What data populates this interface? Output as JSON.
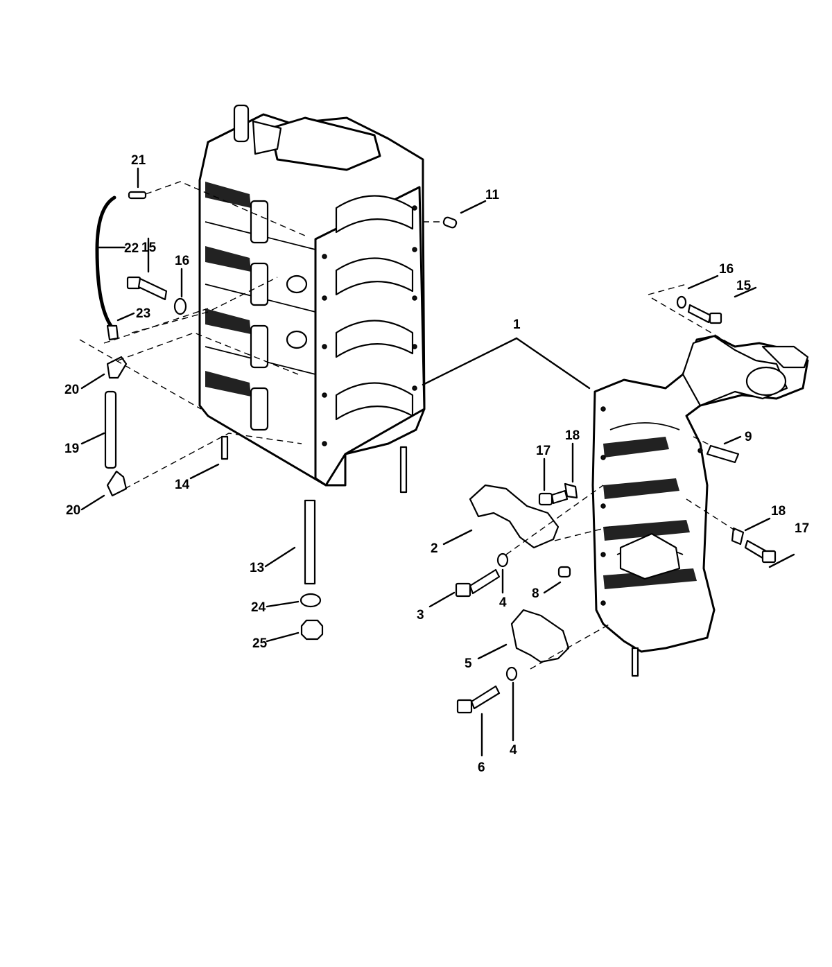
{
  "diagram": {
    "callouts": [
      {
        "id": "c1",
        "label": "1"
      },
      {
        "id": "c2",
        "label": "2"
      },
      {
        "id": "c3",
        "label": "3"
      },
      {
        "id": "c4a",
        "label": "4"
      },
      {
        "id": "c4b",
        "label": "4"
      },
      {
        "id": "c5",
        "label": "5"
      },
      {
        "id": "c6",
        "label": "6"
      },
      {
        "id": "c8",
        "label": "8"
      },
      {
        "id": "c9",
        "label": "9"
      },
      {
        "id": "c11",
        "label": "11"
      },
      {
        "id": "c13",
        "label": "13"
      },
      {
        "id": "c14",
        "label": "14"
      },
      {
        "id": "c15a",
        "label": "15"
      },
      {
        "id": "c15b",
        "label": "15"
      },
      {
        "id": "c16a",
        "label": "16"
      },
      {
        "id": "c16b",
        "label": "16"
      },
      {
        "id": "c17a",
        "label": "17"
      },
      {
        "id": "c17b",
        "label": "17"
      },
      {
        "id": "c18a",
        "label": "18"
      },
      {
        "id": "c18b",
        "label": "18"
      },
      {
        "id": "c19",
        "label": "19"
      },
      {
        "id": "c20a",
        "label": "20"
      },
      {
        "id": "c20b",
        "label": "20"
      },
      {
        "id": "c21",
        "label": "21"
      },
      {
        "id": "c22",
        "label": "22"
      },
      {
        "id": "c23",
        "label": "23"
      },
      {
        "id": "c24",
        "label": "24"
      },
      {
        "id": "c25",
        "label": "25"
      }
    ]
  }
}
